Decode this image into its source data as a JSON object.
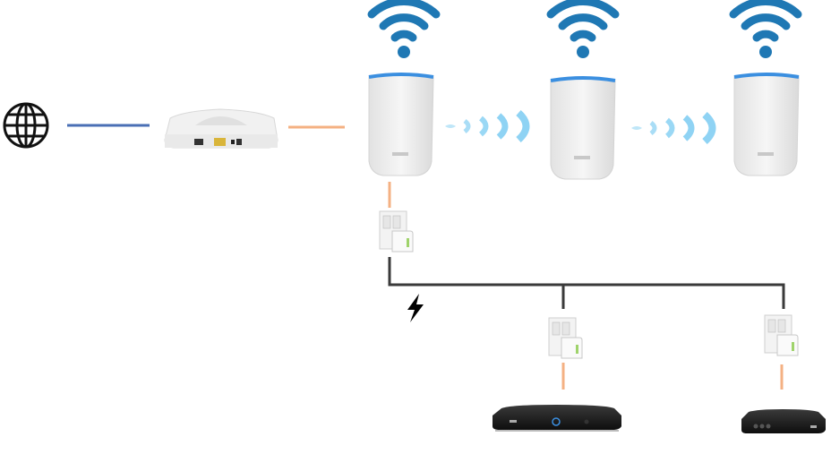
{
  "diagram": {
    "nodes": [
      {
        "id": "internet",
        "icon": "globe-icon"
      },
      {
        "id": "modem",
        "icon": "modem-icon"
      },
      {
        "id": "router",
        "icon": "mesh-router-icon",
        "wifi": true
      },
      {
        "id": "satellite-1",
        "icon": "mesh-satellite-icon",
        "wifi": true
      },
      {
        "id": "satellite-2",
        "icon": "mesh-satellite-icon",
        "wifi": true
      },
      {
        "id": "powerline-main",
        "icon": "powerline-adapter-icon"
      },
      {
        "id": "powerline-1",
        "icon": "powerline-adapter-icon"
      },
      {
        "id": "powerline-2",
        "icon": "powerline-adapter-icon"
      },
      {
        "id": "tv-box-1",
        "icon": "set-top-box-icon"
      },
      {
        "id": "tv-box-2",
        "icon": "set-top-box-icon"
      }
    ],
    "links": [
      {
        "from": "internet",
        "to": "modem",
        "type": "wan"
      },
      {
        "from": "modem",
        "to": "router",
        "type": "ethernet"
      },
      {
        "from": "router",
        "to": "satellite-1",
        "type": "wireless-backhaul"
      },
      {
        "from": "satellite-1",
        "to": "satellite-2",
        "type": "wireless-backhaul"
      },
      {
        "from": "router",
        "to": "powerline-main",
        "type": "ethernet"
      },
      {
        "from": "powerline-main",
        "to": "powerline-1",
        "type": "powerline"
      },
      {
        "from": "powerline-main",
        "to": "powerline-2",
        "type": "powerline"
      },
      {
        "from": "powerline-1",
        "to": "tv-box-1",
        "type": "ethernet"
      },
      {
        "from": "powerline-2",
        "to": "tv-box-2",
        "type": "ethernet"
      }
    ]
  },
  "colors": {
    "wan": "#4a6fb5",
    "ethernet": "#f4b183",
    "powerline": "#3a3a3a",
    "wifi": "#1f78b4",
    "wave": "#8fd3f4",
    "device_white": "#ececec",
    "device_black": "#1c1c1c"
  }
}
